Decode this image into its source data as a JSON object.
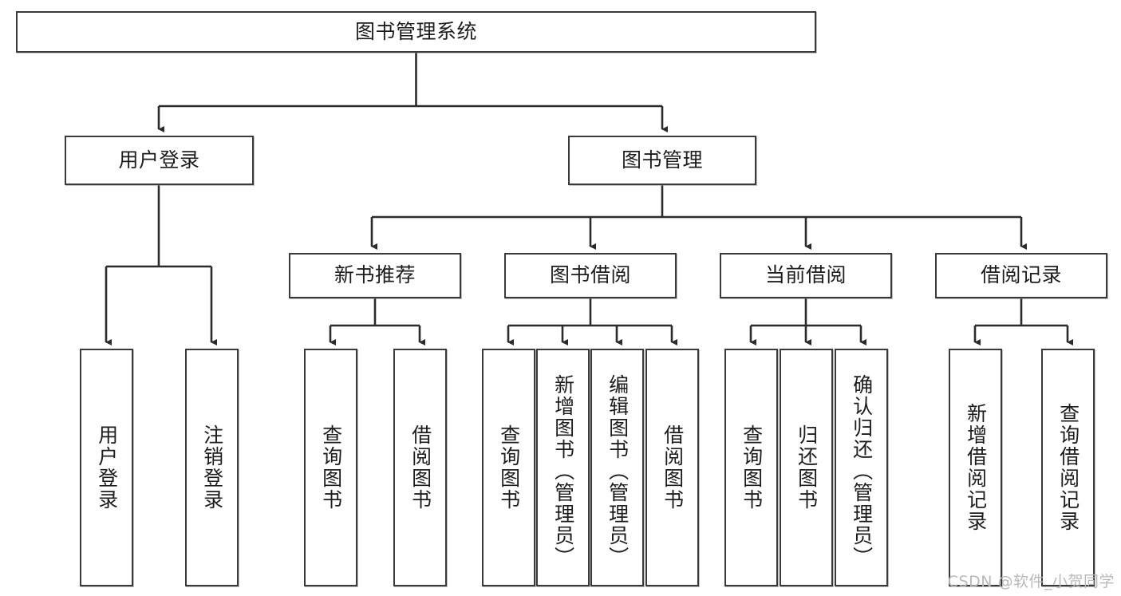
{
  "diagram": {
    "title": "图书管理系统",
    "type": "tree-hierarchy-chart",
    "theme": {
      "background": "#ffffff",
      "box_border": "#3a3a3a",
      "box_fill": "#ffffff",
      "text": "#1d1d1d",
      "edge": "#2b2b2b",
      "watermark": "#b9b9b9"
    },
    "root": {
      "label": "图书管理系统"
    },
    "level2": [
      {
        "label": "用户登录"
      },
      {
        "label": "图书管理"
      }
    ],
    "level3": [
      {
        "label": "新书推荐"
      },
      {
        "label": "图书借阅"
      },
      {
        "label": "当前借阅"
      },
      {
        "label": "借阅记录"
      }
    ],
    "leaves": {
      "user_login": [
        {
          "label": "用户登录"
        },
        {
          "label": "注销登录"
        }
      ],
      "new_book_recommend": [
        {
          "label": "查询图书"
        },
        {
          "label": "借阅图书"
        }
      ],
      "book_borrow": [
        {
          "label": "查询图书"
        },
        {
          "label": "新增图书（管理员）"
        },
        {
          "label": "编辑图书（管理员）"
        },
        {
          "label": "借阅图书"
        }
      ],
      "current_borrow": [
        {
          "label": "查询图书"
        },
        {
          "label": "归还图书"
        },
        {
          "label": "确认归还（管理员）"
        }
      ],
      "borrow_record": [
        {
          "label": "新增借阅记录"
        },
        {
          "label": "查询借阅记录"
        }
      ]
    }
  },
  "watermark": {
    "text": "CSDN @软件_小贺同学"
  }
}
